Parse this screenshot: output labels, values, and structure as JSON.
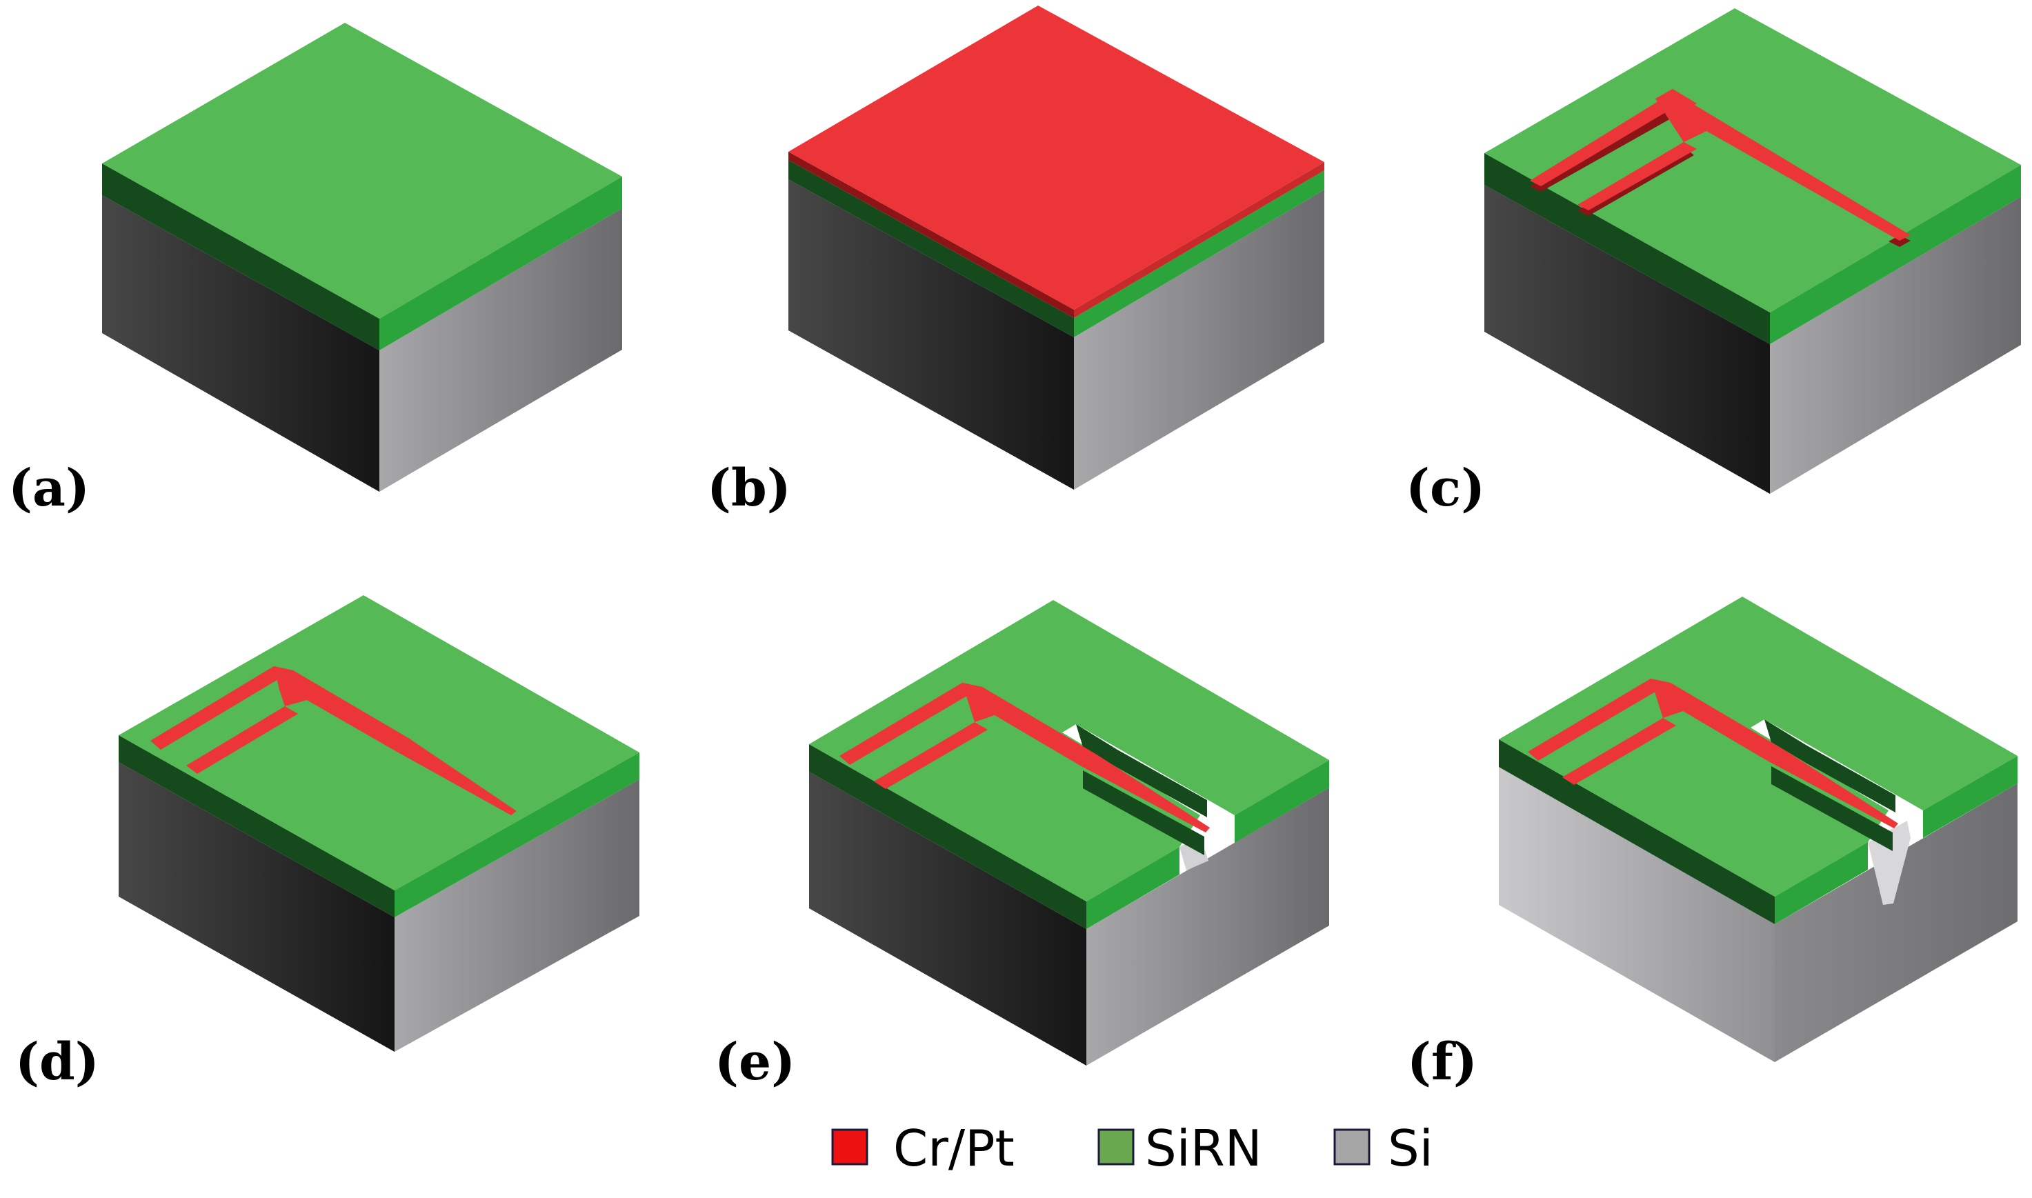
{
  "panels": [
    {
      "label": "(a)",
      "stage": "substrate"
    },
    {
      "label": "(b)",
      "stage": "metal-deposited"
    },
    {
      "label": "(c)",
      "stage": "metal-patterned"
    },
    {
      "label": "(d)",
      "stage": "metal-patterned-with-tip"
    },
    {
      "label": "(e)",
      "stage": "nitride-patterned"
    },
    {
      "label": "(f)",
      "stage": "silicon-etched"
    }
  ],
  "legend": [
    {
      "label": "Cr/Pt",
      "color": "#ee1111"
    },
    {
      "label": "SiRN",
      "color": "#6aa84f"
    },
    {
      "label": "Si",
      "color": "#a5a5a5"
    }
  ],
  "colors": {
    "nitride_top": "#55b955",
    "nitride_side": "#2aa43b",
    "nitride_dark": "#154a1c",
    "metal": "#ec3538",
    "metal_edge": "#8c1416",
    "si_left_from": "#474747",
    "si_left_to": "#151515",
    "si_right_from": "#a8a8ab",
    "si_right_to": "#6a6a6d"
  }
}
